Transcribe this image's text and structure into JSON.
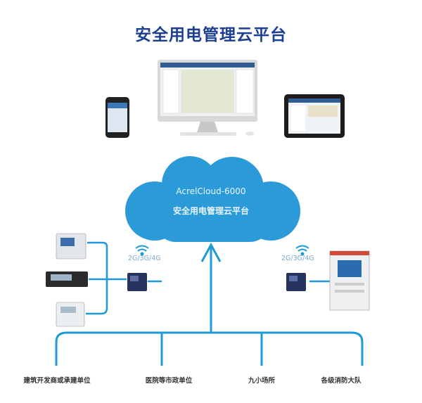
{
  "title": "安全用电管理云平台",
  "cloud": {
    "product": "AcrelCloud-6000",
    "subtitle": "安全用电管理云平台"
  },
  "network_left": "2G/3G/4G",
  "network_right": "2G/3G/4G",
  "users": [
    "建筑开发商或承建单位",
    "医院等市政单位",
    "九小场所",
    "各级消防大队"
  ],
  "colors": {
    "line": "#1e9ad6",
    "cloud": "#2b9ad9",
    "title": "#1d3f92"
  }
}
